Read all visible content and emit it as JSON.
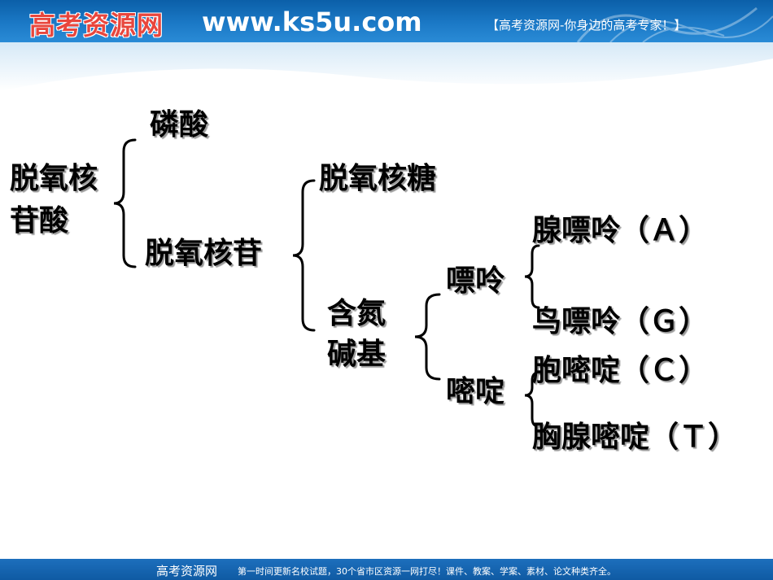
{
  "header": {
    "logo_text": "高考资源网",
    "url": "www.ks5u.com",
    "slogan": "【高考资源网-你身边的高考专家！】"
  },
  "diagram": {
    "root_line1": "脱氧核",
    "root_line2": "苷酸",
    "phosphate": "磷酸",
    "nucleoside": "脱氧核苷",
    "sugar": "脱氧核糖",
    "base_line1": "含氮",
    "base_line2": "碱基",
    "purine": "嘌呤",
    "pyrimidine": "嘧啶",
    "adenine": "腺嘌呤（Ａ）",
    "guanine": "鸟嘌呤（Ｇ）",
    "cytosine": "胞嘧啶（Ｃ）",
    "thymine": "胸腺嘧啶（Ｔ）"
  },
  "footer": {
    "brand": "高考资源网",
    "text": "第一时间更新名校试题，30个省市区资源一网打尽！课件、教案、学案、素材、论文种类齐全。"
  },
  "colors": {
    "header_blue": "#1b79c6",
    "logo_red": "#e8463d",
    "text": "#000000"
  }
}
